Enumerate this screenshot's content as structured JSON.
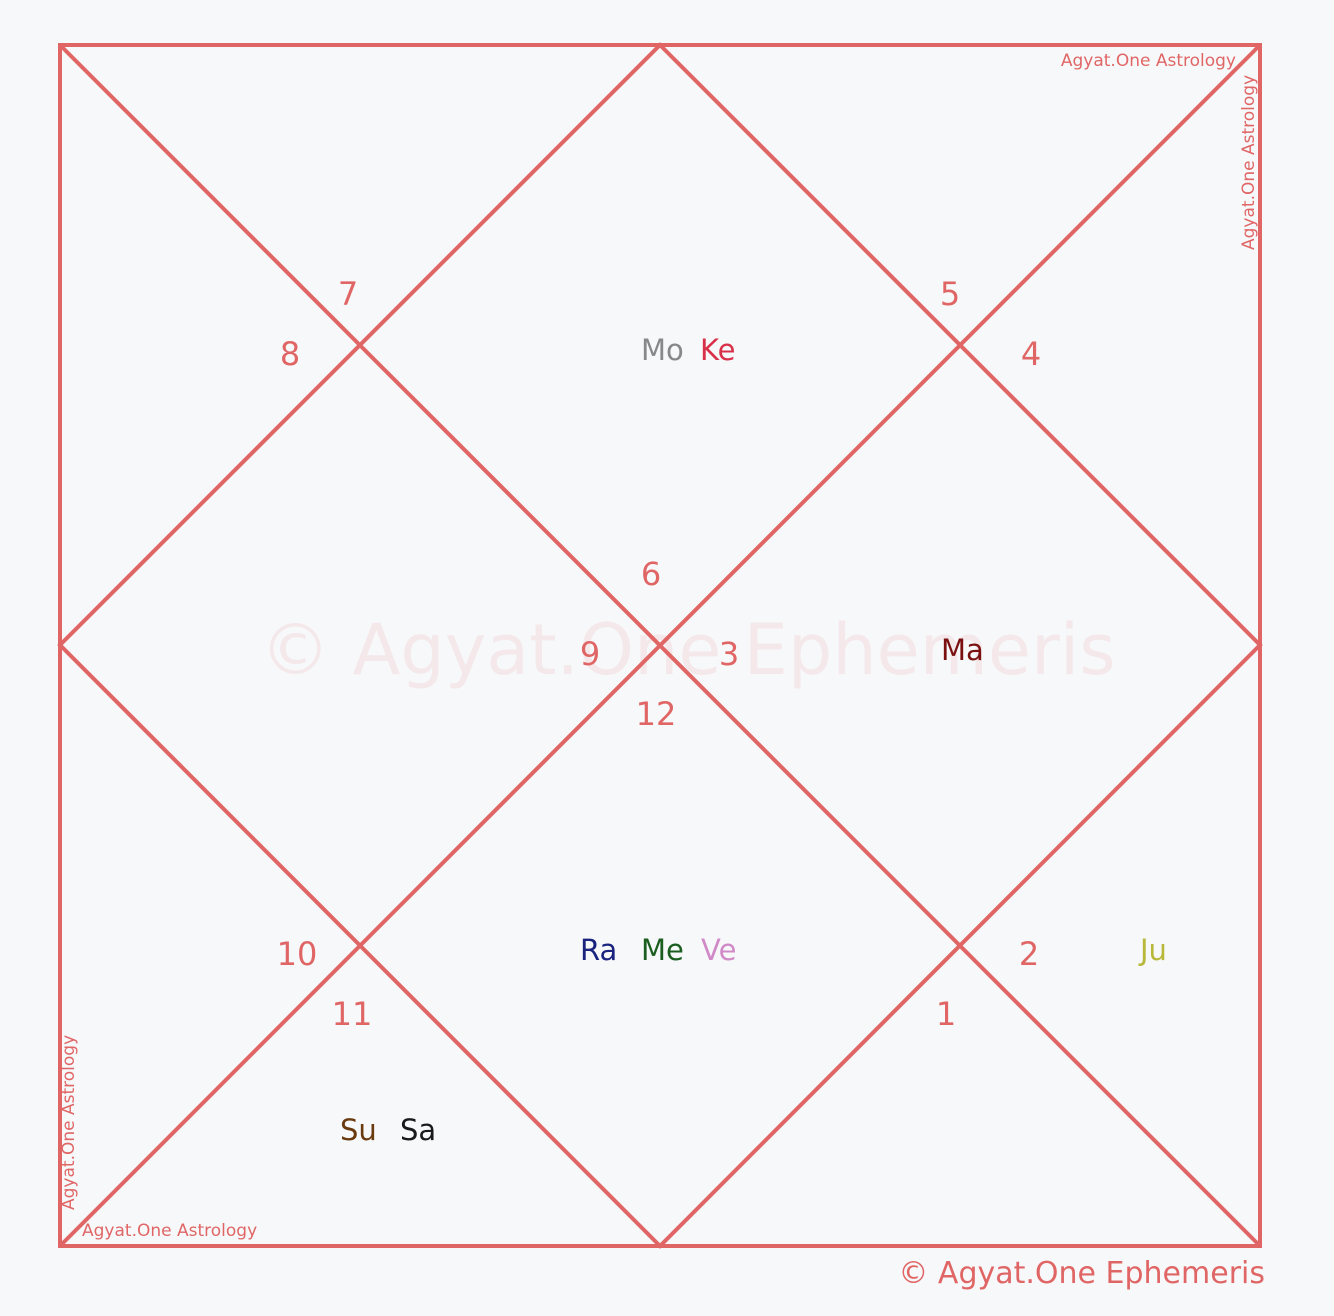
{
  "chart": {
    "houses": [
      {
        "number": "1"
      },
      {
        "number": "2"
      },
      {
        "number": "3"
      },
      {
        "number": "4"
      },
      {
        "number": "5"
      },
      {
        "number": "6"
      },
      {
        "number": "7"
      },
      {
        "number": "8"
      },
      {
        "number": "9"
      },
      {
        "number": "10"
      },
      {
        "number": "11"
      },
      {
        "number": "12"
      }
    ],
    "planets": [
      {
        "label": "Mo",
        "color": "#888888"
      },
      {
        "label": "Ke",
        "color": "#d9304a"
      },
      {
        "label": "Ma",
        "color": "#7a1010"
      },
      {
        "label": "Ra",
        "color": "#1a237e"
      },
      {
        "label": "Me",
        "color": "#1b5e20"
      },
      {
        "label": "Ve",
        "color": "#d08ac8"
      },
      {
        "label": "Ju",
        "color": "#b8b83a"
      },
      {
        "label": "Su",
        "color": "#6b3b10"
      },
      {
        "label": "Sa",
        "color": "#1a1a1a"
      }
    ],
    "line_color": "#e06666"
  },
  "watermarks": {
    "center": "© Agyat.One Ephemeris",
    "top_right_horizontal": "Agyat.One Astrology",
    "top_right_vertical": "Agyat.One Astrology",
    "bottom_left_horizontal": "Agyat.One Astrology",
    "bottom_left_vertical": "Agyat.One Astrology"
  },
  "footer": {
    "copyright": "© Agyat.One Ephemeris"
  }
}
